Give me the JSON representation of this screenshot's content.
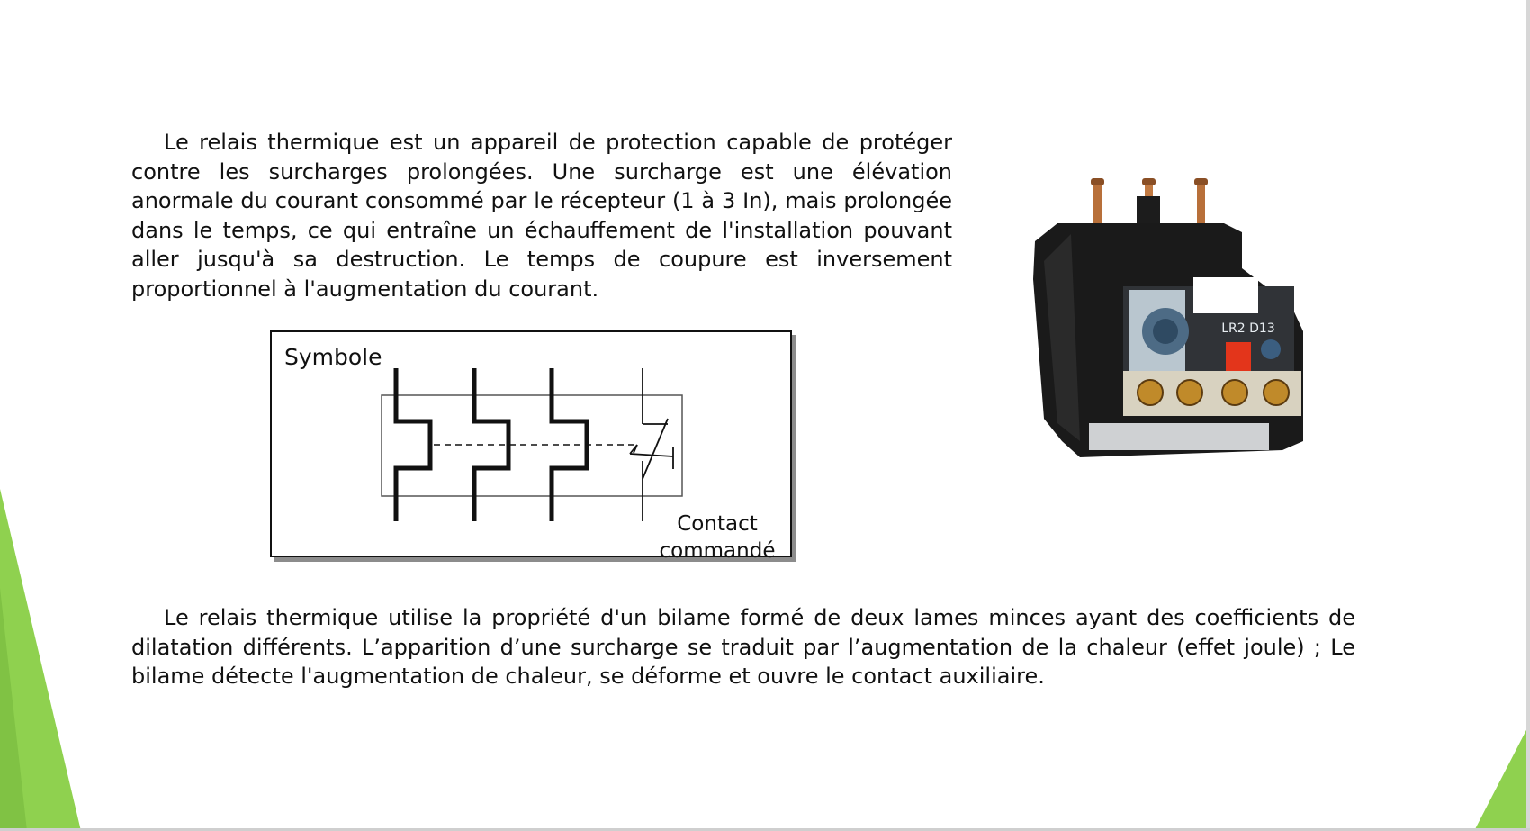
{
  "content": {
    "paragraph_1": "Le relais thermique est un appareil de protection capable de protéger contre les surcharges prolongées. Une surcharge est une élévation anormale du courant consommé par le récepteur (1 à 3 In), mais prolongée dans le temps, ce qui entraîne un échauffement de l'installation pouvant aller jusqu'à sa destruction. Le temps de coupure est inversement proportionnel à l'augmentation du courant.",
    "paragraph_2": "Le relais thermique utilise la propriété d'un bilame formé de deux lames minces ayant des coefficients de dilatation différents. L’apparition d’une surcharge se traduit par l’augmentation de la chaleur (effet joule) ; Le bilame détecte l'augmentation de chaleur, se déforme et ouvre le contact auxiliaire."
  },
  "symbol_diagram": {
    "title": "Symbole",
    "contact_label": "Contact\ncommandé"
  },
  "relay_photo": {
    "model_label": "LR2 D13"
  },
  "colors": {
    "accent_green": "#8fd14f",
    "accent_green_dark": "#6fae37",
    "text": "#111111"
  }
}
